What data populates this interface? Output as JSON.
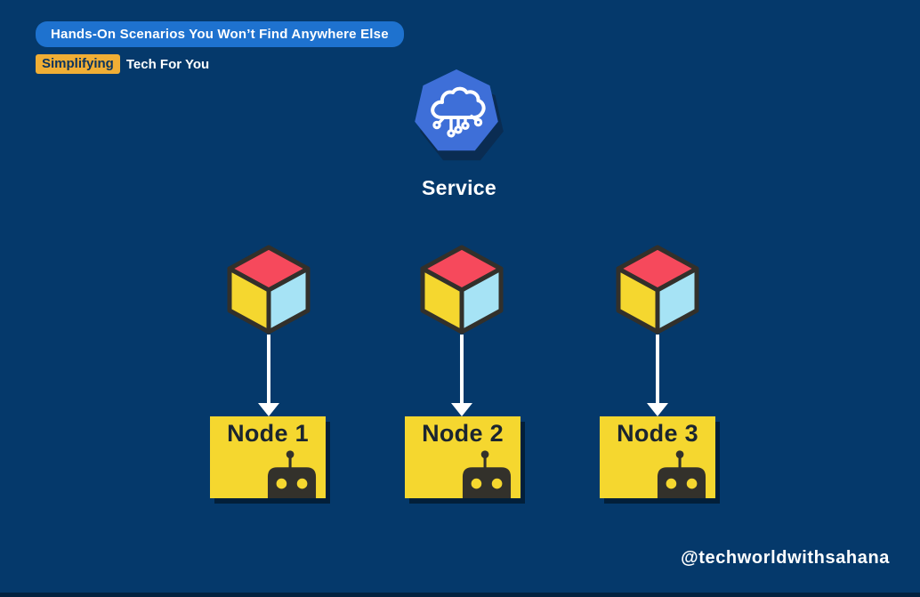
{
  "header": {
    "badge": "Hands-On Scenarios You Won’t Find Anywhere Else",
    "tagline_highlight": "Simplifying",
    "tagline_rest": "Tech For You"
  },
  "diagram": {
    "service": {
      "label": "Service",
      "shape": "heptagon",
      "icon": "cloud-network-icon"
    },
    "pods": [
      {
        "icon": "cube-icon"
      },
      {
        "icon": "cube-icon"
      },
      {
        "icon": "cube-icon"
      }
    ],
    "nodes": [
      {
        "label": "Node 1",
        "icon": "robot-icon"
      },
      {
        "label": "Node 2",
        "icon": "robot-icon"
      },
      {
        "label": "Node 3",
        "icon": "robot-icon"
      }
    ],
    "connections": [
      {
        "from": "pod-1",
        "to": "node-1",
        "style": "arrow-down"
      },
      {
        "from": "pod-2",
        "to": "node-2",
        "style": "arrow-down"
      },
      {
        "from": "pod-3",
        "to": "node-3",
        "style": "arrow-down"
      }
    ]
  },
  "footer": {
    "watermark": "@techworldwithsahana"
  },
  "colors": {
    "background": "#05396B",
    "badge_blue": "#1E72CF",
    "service_blue": "#3E6FD8",
    "service_shadow": "#0A2C52",
    "accent_yellow": "#F5D72F",
    "cube_red": "#F6495C",
    "cube_cyan": "#A6E3F5",
    "outline_dark": "#32302B",
    "highlight_amber": "#F0AE35",
    "node_text": "#1B2530",
    "text_white": "#FFFFFF"
  }
}
